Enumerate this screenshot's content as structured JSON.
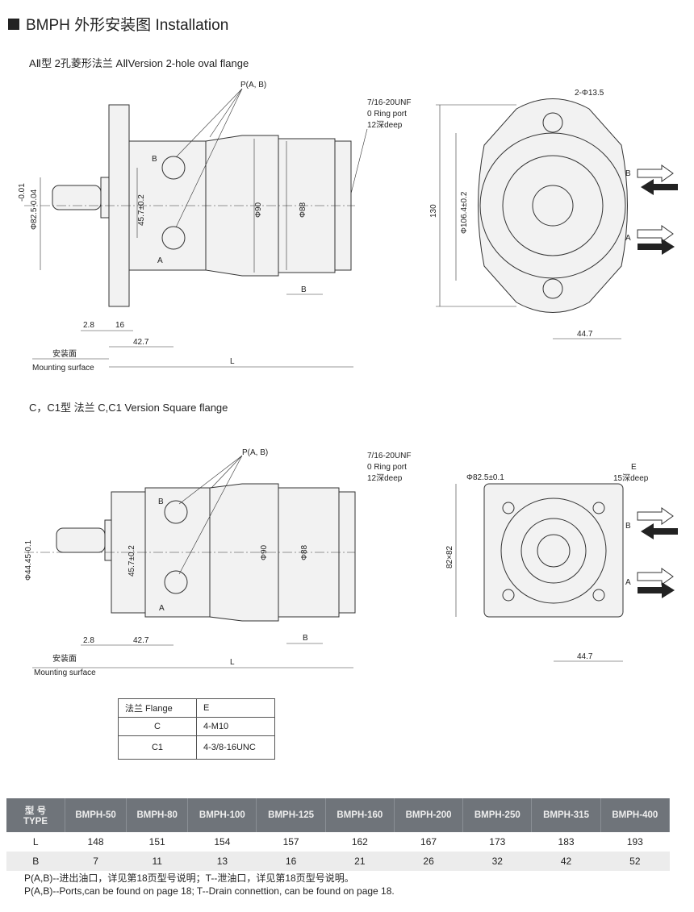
{
  "title": "BMPH 外形安装图 Installation",
  "section1": {
    "heading": "AⅡ型 2孔菱形法兰  AⅡVersion 2-hole oval flange",
    "labels": {
      "ports": "P(A, B)",
      "thread": "7/16-20UNF",
      "oring": "0 Ring port",
      "deep": "12深deep",
      "b": "B",
      "a": "A",
      "dia82": "Φ82.5-0.04",
      "tol": "-0.01",
      "d457": "45.7±0.2",
      "d90": "Φ90",
      "d88": "Φ88",
      "bdim": "B",
      "d28": "2.8",
      "d16": "16",
      "d427": "42.7",
      "mount_cn": "安装面",
      "mount_en": "Mounting surface",
      "L": "L",
      "holes": "2-Φ13.5",
      "d130": "130",
      "d1064": "Φ106.4±0.2",
      "d447": "44.7",
      "portB": "B",
      "portA": "A"
    }
  },
  "section2": {
    "heading": "C，C1型 法兰  C,C1 Version Square flange",
    "labels": {
      "ports": "P(A, B)",
      "thread": "7/16-20UNF",
      "oring": "0 Ring port",
      "deep": "12深deep",
      "b": "B",
      "a": "A",
      "dia44": "Φ44.45-0.1",
      "d457": "45.7±0.2",
      "d90": "Φ90",
      "d88": "Φ88",
      "bdim": "B",
      "d28": "2.8",
      "d427": "42.7",
      "mount_cn": "安装面",
      "mount_en": "Mounting surface",
      "L": "L",
      "d825": "Φ82.5±0.1",
      "e": "E",
      "edeep": "15深deep",
      "sq": "82×82",
      "d447": "44.7",
      "portB": "B",
      "portA": "A"
    }
  },
  "flange_table": {
    "headers": [
      "法兰 Flange",
      "E"
    ],
    "rows": [
      [
        "C",
        "4-M10"
      ],
      [
        "C1",
        "4-3/8-16UNC"
      ]
    ]
  },
  "spec_table": {
    "header_cn": "型 号",
    "header_en": "TYPE",
    "types": [
      "BMPH-50",
      "BMPH-80",
      "BMPH-100",
      "BMPH-125",
      "BMPH-160",
      "BMPH-200",
      "BMPH-250",
      "BMPH-315",
      "BMPH-400"
    ],
    "rows": [
      {
        "label": "L",
        "values": [
          "148",
          "151",
          "154",
          "157",
          "162",
          "167",
          "173",
          "183",
          "193"
        ]
      },
      {
        "label": "B",
        "values": [
          "7",
          "11",
          "13",
          "16",
          "21",
          "26",
          "32",
          "42",
          "52"
        ]
      }
    ]
  },
  "notes": [
    "P(A,B)--进出油口，详见第18页型号说明；T--泄油口，详见第18页型号说明。",
    "P(A,B)--Ports,can be found on page 18; T--Drain connettion, can be found on page 18."
  ]
}
